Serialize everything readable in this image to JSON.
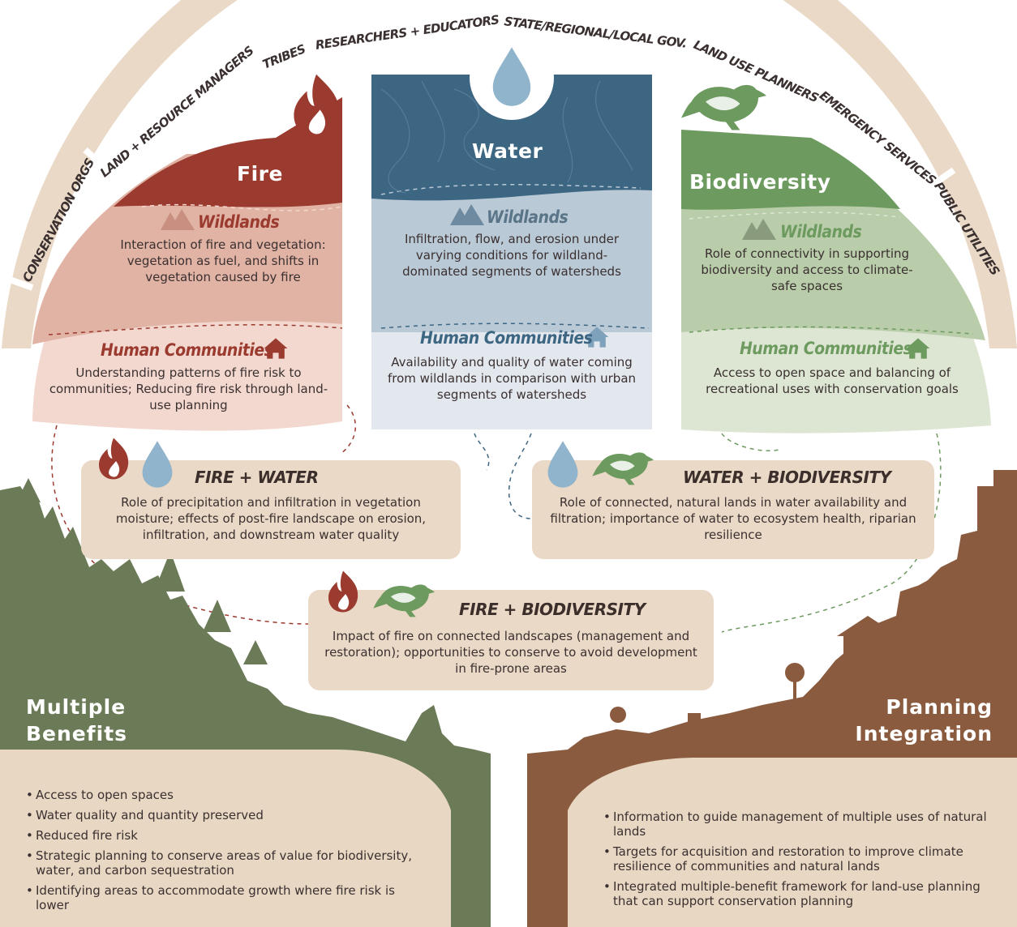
{
  "audiences": [
    "CONSERVATION ORGS",
    "LAND + RESOURCE MANAGERS",
    "TRIBES",
    "RESEARCHERS + EDUCATORS",
    "STATE/REGIONAL/LOCAL GOV.",
    "LAND USE PLANNERS",
    "EMERGENCY SERVICES",
    "PUBLIC UTILITIES"
  ],
  "columns": {
    "fire": {
      "title": "Fire",
      "wild_label": "Wildlands",
      "wild_text": "Interaction of fire and vegetation: vegetation as fuel, and shifts in vegetation caused by fire",
      "human_label": "Human Communities",
      "human_text": "Understanding patterns of fire risk to communities; Reducing fire risk through land-use planning"
    },
    "water": {
      "title": "Water",
      "wild_label": "Wildlands",
      "wild_text": "Infiltration, flow, and erosion under varying conditions for wildland-dominated segments of watersheds",
      "human_label": "Human Communities",
      "human_text": "Availability and quality of water coming from wildlands in comparison with urban segments of watersheds"
    },
    "bio": {
      "title": "Biodiversity",
      "wild_label": "Wildlands",
      "wild_text": "Role of connectivity in supporting biodiversity and access to climate-safe spaces",
      "human_label": "Human Communities",
      "human_text": "Access to open space and balancing of recreational uses with conservation goals"
    }
  },
  "combos": {
    "fire_water": {
      "title": "FIRE + WATER",
      "text": "Role of precipitation and infiltration in vegetation moisture; effects of post-fire landscape on erosion, infiltration, and downstream water quality"
    },
    "water_bio": {
      "title": "WATER + BIODIVERSITY",
      "text": "Role of connected, natural lands in water availability and filtration; importance of water to ecosystem health, riparian resilience"
    },
    "fire_bio": {
      "title": "FIRE + BIODIVERSITY",
      "text": "Impact of fire on connected landscapes (management and restoration); opportunities to conserve to avoid development in fire-prone areas"
    }
  },
  "multiple_benefits": {
    "title_line1": "Multiple",
    "title_line2": "Benefits",
    "items": [
      "Access to open spaces",
      "Water quality and quantity preserved",
      "Reduced fire risk",
      "Strategic planning to conserve areas of value for biodiversity, water, and carbon sequestration",
      "Identifying areas to accommodate growth where fire risk is lower"
    ]
  },
  "planning_integration": {
    "title_line1": "Planning",
    "title_line2": "Integration",
    "items": [
      "Information to guide management of multiple uses of natural lands",
      "Targets for acquisition and restoration to improve climate resilience of communities and natural lands",
      "Integrated multiple-benefit framework for land-use planning that can support conservation planning"
    ]
  },
  "colors": {
    "fire": "#9b3a2e",
    "water": "#3d6683",
    "bio": "#6d9a5f",
    "beige": "#e8d7c3",
    "forest": "#6b7a57",
    "town": "#8a5b3f"
  },
  "icons": [
    "flame-icon",
    "water-drop-icon",
    "bird-icon",
    "mountain-icon",
    "house-icon"
  ]
}
